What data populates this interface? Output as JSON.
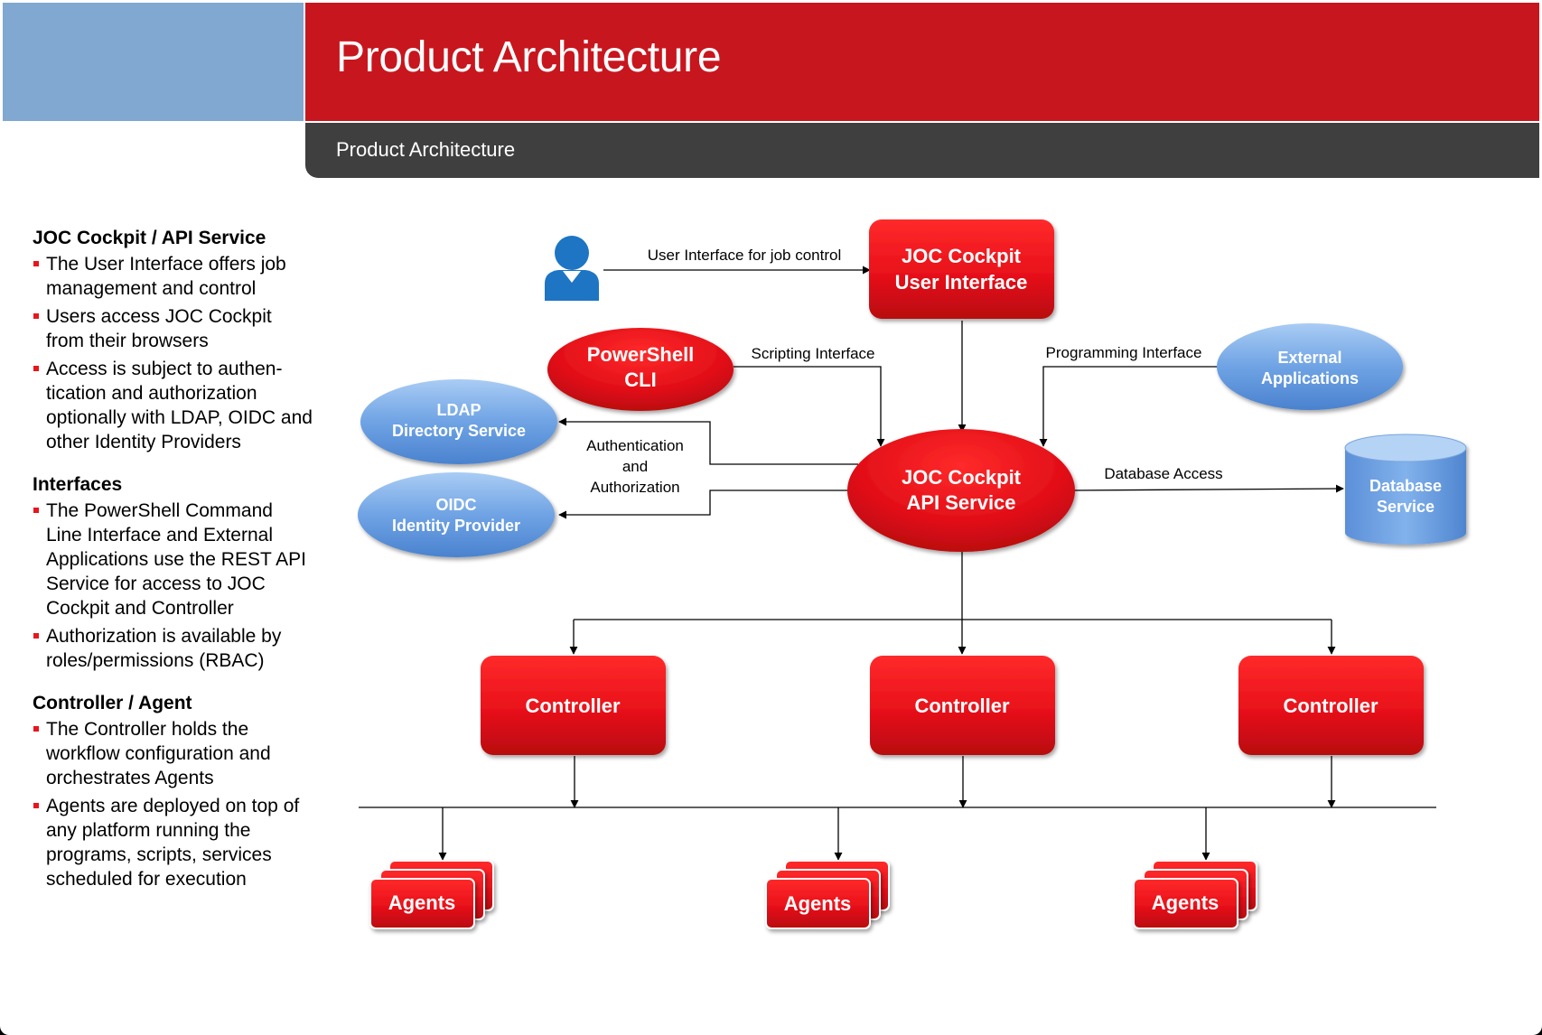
{
  "header": {
    "title": "Product Architecture",
    "subtitle": "Product Architecture"
  },
  "sidebar": {
    "sections": [
      {
        "heading": "JOC Cockpit / API Service",
        "bullets": [
          "The User Interface offers job management and control",
          "Users access JOC Cockpit from their browsers",
          "Access is subject to authen-tication and authorization optionally with LDAP, OIDC and other Identity Providers"
        ]
      },
      {
        "heading": "Interfaces",
        "bullets": [
          "The PowerShell Command Line Interface and External Applications use the REST API Service for access to JOC Cockpit and Controller",
          "Authorization is available by roles/permissions (RBAC)"
        ]
      },
      {
        "heading": "Controller / Agent",
        "bullets": [
          "The Controller holds the workflow configuration and orchestrates Agents",
          "Agents are deployed on top of any platform running the programs, scripts, services scheduled for execution"
        ]
      }
    ]
  },
  "diagram": {
    "user_icon": "user-icon",
    "joc_ui": [
      "JOC Cockpit",
      "User Interface"
    ],
    "powershell": [
      "PowerShell",
      "CLI"
    ],
    "external_apps": [
      "External",
      "Applications"
    ],
    "ldap": [
      "LDAP",
      "Directory Service"
    ],
    "oidc": [
      "OIDC",
      "Identity Provider"
    ],
    "api_service": [
      "JOC Cockpit",
      "API Service"
    ],
    "database": [
      "Database",
      "Service"
    ],
    "controllers": [
      "Controller",
      "Controller",
      "Controller"
    ],
    "agents": [
      "Agents",
      "Agents",
      "Agents"
    ],
    "labels": {
      "ui_job_control": "User Interface for job control",
      "scripting": "Scripting Interface",
      "programming": "Programming Interface",
      "auth": [
        "Authentication",
        "and",
        "Authorization"
      ],
      "db_access": "Database Access"
    }
  },
  "colors": {
    "red": "#e8151d",
    "dark_red": "#c8161e",
    "blue_node": "#6a9ee0",
    "header_blue": "#80a8d0",
    "header_gray": "#3f3f3f"
  }
}
